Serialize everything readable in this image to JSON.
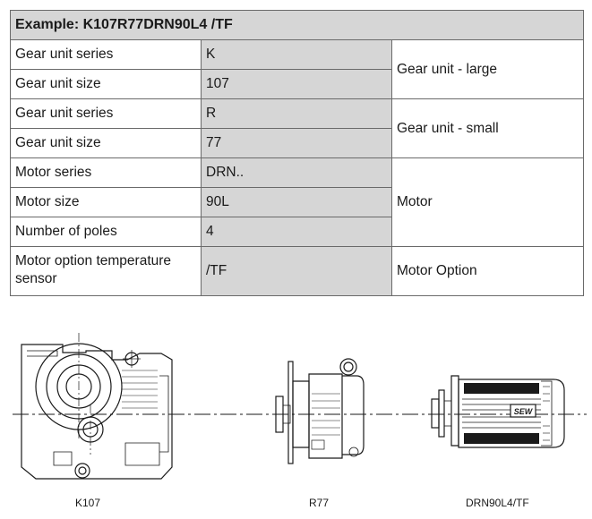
{
  "table": {
    "header": "Example: K107R77DRN90L4 /TF",
    "rows": [
      {
        "label": "Gear unit series",
        "value": "K"
      },
      {
        "label": "Gear unit size",
        "value": "107"
      },
      {
        "label": "Gear unit series",
        "value": "R"
      },
      {
        "label": "Gear unit size",
        "value": "77"
      },
      {
        "label": "Motor series",
        "value": "DRN.."
      },
      {
        "label": "Motor size",
        "value": "90L"
      },
      {
        "label": "Number of poles",
        "value": "4"
      },
      {
        "label": "Motor option temperature sensor",
        "value": "/TF"
      }
    ],
    "groups": [
      "Gear unit - large",
      "Gear unit - small",
      "Motor",
      "Motor Option"
    ]
  },
  "figure": {
    "captions": [
      "K107",
      "R77",
      "DRN90L4/TF"
    ],
    "brand_mark": "SEW"
  }
}
